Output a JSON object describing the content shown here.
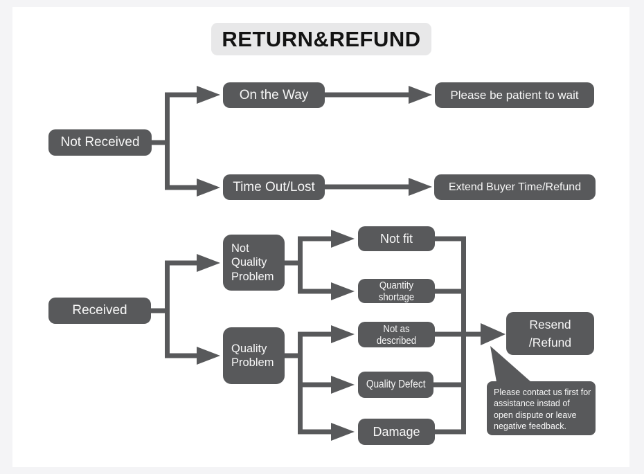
{
  "title": {
    "text": "RETURN&REFUND"
  },
  "colors": {
    "canvas_background": "#f4f4f6",
    "panel_background": "#ffffff",
    "node_background": "#58595b",
    "node_text": "#f7f7f7",
    "title_background": "#e8e8e9",
    "title_text": "#131313",
    "connector": "#58595b"
  },
  "nodes": {
    "not_received": "Not Received",
    "on_the_way": "On the Way",
    "please_wait": "Please be patient to wait",
    "time_out_lost": "Time Out/Lost",
    "extend_refund": "Extend Buyer Time/Refund",
    "received": "Received",
    "not_quality_problem": "Not\nQuality\nProblem",
    "quality_problem": "Quality\nProblem",
    "not_fit": "Not fit",
    "quantity_shortage": "Quantity shortage",
    "not_as_described": "Not as described",
    "quality_defect": "Quality Defect",
    "damage": "Damage",
    "resend_refund": "Resend\n/Refund",
    "note": "Please contact us first for assistance instad of open dispute or leave negative feedback."
  },
  "edges": [
    {
      "from": "Not Received",
      "to": "On the Way"
    },
    {
      "from": "Not Received",
      "to": "Time Out/Lost"
    },
    {
      "from": "On the Way",
      "to": "Please be patient to wait"
    },
    {
      "from": "Time Out/Lost",
      "to": "Extend Buyer Time/Refund"
    },
    {
      "from": "Received",
      "to": "Not Quality Problem"
    },
    {
      "from": "Received",
      "to": "Quality Problem"
    },
    {
      "from": "Not Quality Problem",
      "to": "Not fit"
    },
    {
      "from": "Not Quality Problem",
      "to": "Quantity shortage"
    },
    {
      "from": "Quality Problem",
      "to": "Not as described"
    },
    {
      "from": "Quality Problem",
      "to": "Quality Defect"
    },
    {
      "from": "Quality Problem",
      "to": "Damage"
    },
    {
      "from": "Not fit",
      "to": "Resend /Refund"
    },
    {
      "from": "Quantity shortage",
      "to": "Resend /Refund"
    },
    {
      "from": "Not as described",
      "to": "Resend /Refund"
    },
    {
      "from": "Quality Defect",
      "to": "Resend /Refund"
    },
    {
      "from": "Damage",
      "to": "Resend /Refund"
    }
  ]
}
